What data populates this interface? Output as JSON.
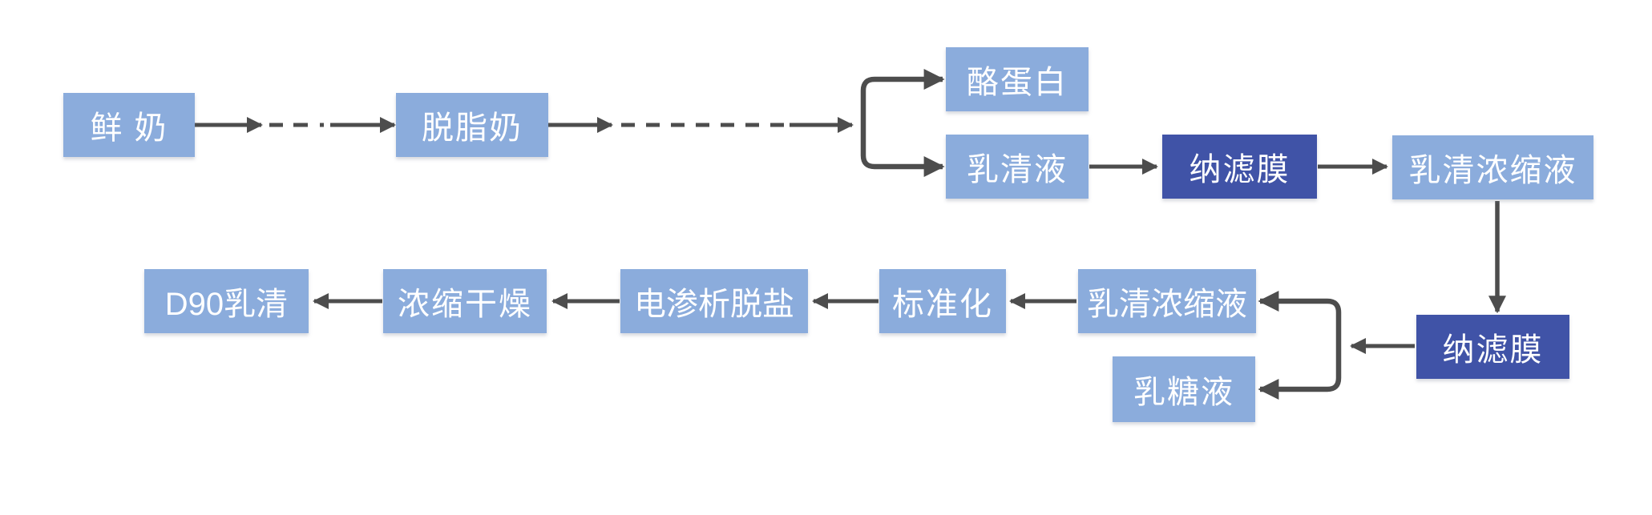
{
  "diagram": {
    "type": "flowchart",
    "description_domain": "process-flow",
    "colors": {
      "light": "#8bacdc",
      "dark": "#4053a7",
      "arrow": "#4d4d4d",
      "text": "#ffffff",
      "bg": "#ffffff"
    }
  },
  "nodes": [
    {
      "id": "fresh-milk",
      "label": "鲜 奶",
      "variant": "light"
    },
    {
      "id": "skim-milk",
      "label": "脱脂奶",
      "variant": "light"
    },
    {
      "id": "casein",
      "label": "酪蛋白",
      "variant": "light"
    },
    {
      "id": "whey-liquid",
      "label": "乳清液",
      "variant": "light"
    },
    {
      "id": "nf-membrane-1",
      "label": "纳滤膜",
      "variant": "dark"
    },
    {
      "id": "whey-concentrate-1",
      "label": "乳清浓缩液",
      "variant": "light"
    },
    {
      "id": "whey-concentrate-2",
      "label": "乳清浓缩液",
      "variant": "light"
    },
    {
      "id": "lactose-liquid",
      "label": "乳糖液",
      "variant": "light"
    },
    {
      "id": "nf-membrane-2",
      "label": "纳滤膜",
      "variant": "dark"
    },
    {
      "id": "standardization",
      "label": "标准化",
      "variant": "light"
    },
    {
      "id": "electrodialysis-desalting",
      "label": "电渗析脱盐",
      "variant": "light"
    },
    {
      "id": "concentration-drying",
      "label": "浓缩干燥",
      "variant": "light"
    },
    {
      "id": "d90-whey",
      "label": "D90乳清",
      "variant": "light"
    }
  ],
  "edges": [
    {
      "from": "fresh-milk",
      "to": "skim-milk",
      "style": "solid-dash-dash-dot-solid"
    },
    {
      "from": "skim-milk",
      "to": "casein",
      "style": "solid-dashed-solid-branch"
    },
    {
      "from": "skim-milk",
      "to": "whey-liquid",
      "style": "solid-dashed-solid-branch"
    },
    {
      "from": "whey-liquid",
      "to": "nf-membrane-1",
      "style": "solid"
    },
    {
      "from": "nf-membrane-1",
      "to": "whey-concentrate-1",
      "style": "solid"
    },
    {
      "from": "whey-concentrate-1",
      "to": "nf-membrane-2",
      "style": "solid-vertical"
    },
    {
      "from": "nf-membrane-2",
      "to": "whey-concentrate-2",
      "style": "solid-branch"
    },
    {
      "from": "nf-membrane-2",
      "to": "lactose-liquid",
      "style": "solid-branch"
    },
    {
      "from": "whey-concentrate-2",
      "to": "standardization",
      "style": "solid"
    },
    {
      "from": "standardization",
      "to": "electrodialysis-desalting",
      "style": "solid"
    },
    {
      "from": "electrodialysis-desalting",
      "to": "concentration-drying",
      "style": "solid"
    },
    {
      "from": "concentration-drying",
      "to": "d90-whey",
      "style": "solid"
    }
  ]
}
